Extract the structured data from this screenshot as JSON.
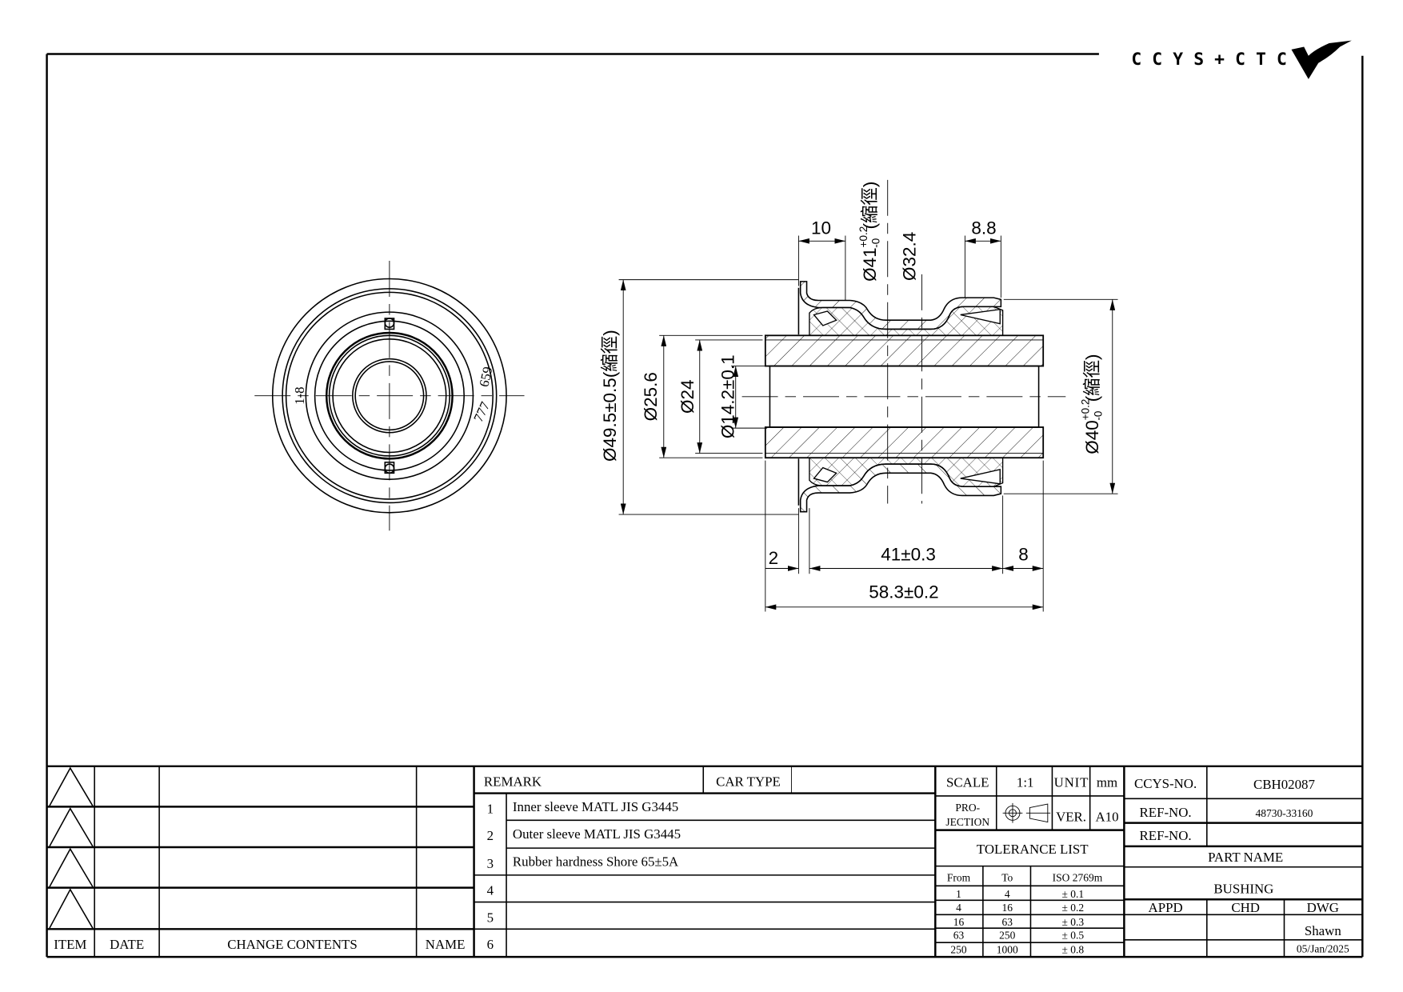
{
  "logo": {
    "text": "CCYS+CTC"
  },
  "end_view": {
    "marks": [
      "1-8",
      "659",
      "777"
    ]
  },
  "side_view": {
    "dims": {
      "flange_width": "10",
      "end_width": "8.8",
      "d41": {
        "main": "Ø41",
        "upper": "+0.2",
        "lower": "-0",
        "note": "(縮徑)"
      },
      "d32": "Ø32.4",
      "d49": "Ø49.5±0.5(縮徑)",
      "d25": "Ø25.6",
      "d24": "Ø24",
      "d14": "Ø14.2±0.1",
      "d40": {
        "main": "Ø40",
        "upper": "+0.2",
        "lower": "-0",
        "note": "(縮徑)"
      },
      "flange_thk": "2",
      "body_len": "41±0.3",
      "end_len": "8",
      "total_len": "58.3±0.2"
    }
  },
  "revision_table": {
    "headers": [
      "ITEM",
      "DATE",
      "CHANGE CONTENTS",
      "NAME"
    ]
  },
  "remarks": {
    "header": "REMARK",
    "car_type_label": "CAR TYPE",
    "car_type_value": "",
    "rows": [
      {
        "no": "1",
        "text": "Inner sleeve MATL JIS G3445"
      },
      {
        "no": "2",
        "text": "Outer sleeve MATL JIS G3445"
      },
      {
        "no": "3",
        "text": "Rubber hardness Shore 65±5A"
      },
      {
        "no": "4",
        "text": ""
      },
      {
        "no": "5",
        "text": ""
      },
      {
        "no": "6",
        "text": ""
      }
    ]
  },
  "spec": {
    "scale_label": "SCALE",
    "scale": "1:1",
    "unit_label": "UNIT",
    "unit": "mm",
    "projection_label_1": "PRO-",
    "projection_label_2": "JECTION",
    "ver_label": "VER.",
    "ver": "A10"
  },
  "tolerance": {
    "title": "TOLERANCE LIST",
    "headers": [
      "From",
      "To",
      "ISO 2769m"
    ],
    "rows": [
      [
        "1",
        "4",
        "± 0.1"
      ],
      [
        "4",
        "16",
        "± 0.2"
      ],
      [
        "16",
        "63",
        "± 0.3"
      ],
      [
        "63",
        "250",
        "± 0.5"
      ],
      [
        "250",
        "1000",
        "± 0.8"
      ]
    ]
  },
  "title_block": {
    "ccys_label": "CCYS-NO.",
    "ccys_no": "CBH02087",
    "ref_label_1": "REF-NO.",
    "ref_no_1": "48730-33160",
    "ref_label_2": "REF-NO.",
    "ref_no_2": "",
    "part_name_label": "PART NAME",
    "part_name": "BUSHING",
    "appd_label": "APPD",
    "chd_label": "CHD",
    "dwg_label": "DWG",
    "drawn_by": "Shawn",
    "date": "05/Jan/2025"
  }
}
